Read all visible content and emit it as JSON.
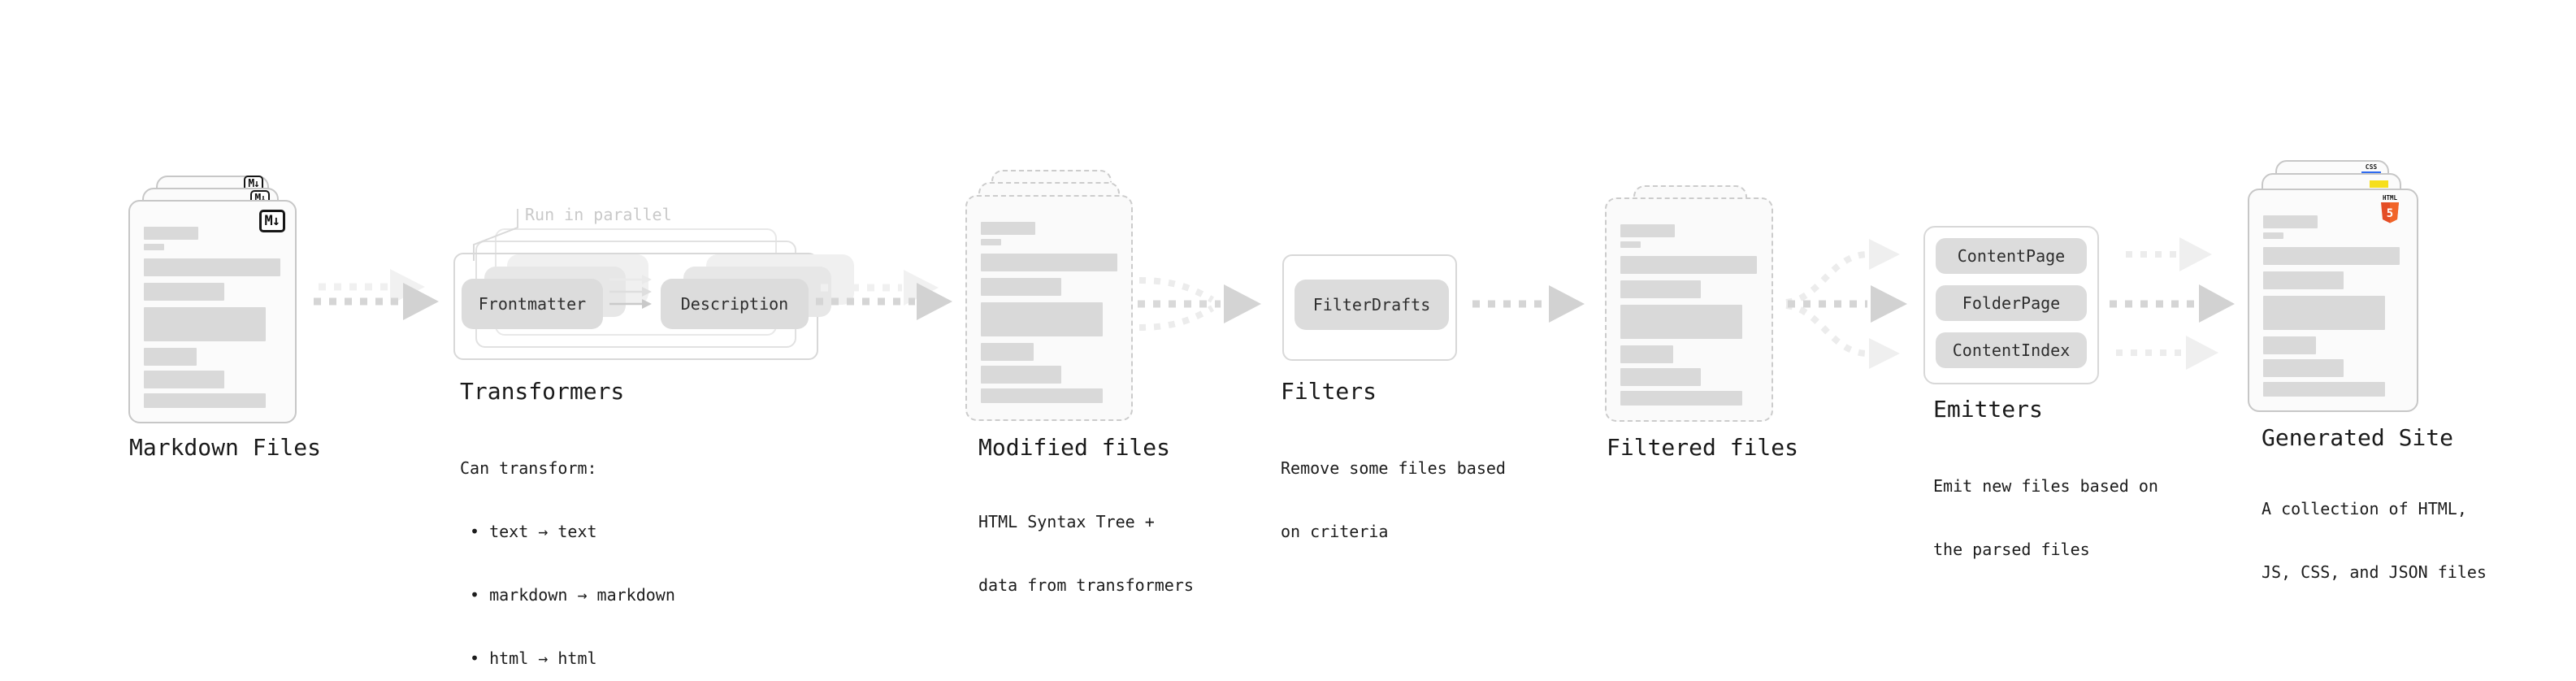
{
  "diagram": {
    "stages": {
      "markdown": {
        "title": "Markdown Files",
        "badge": "M↓"
      },
      "transformers": {
        "title": "Transformers",
        "parallel_note": "Run in parallel",
        "box_frontmatter": "Frontmatter",
        "box_description": "Description",
        "caption_line1": "Can transform:",
        "caption_line2": "• text → text",
        "caption_line3": "• markdown → markdown",
        "caption_line4": "• html → html"
      },
      "modified": {
        "title": "Modified files",
        "caption_line1": "HTML Syntax Tree +",
        "caption_line2": "data from transformers"
      },
      "filters": {
        "title": "Filters",
        "box_filterdrafts": "FilterDrafts",
        "caption_line1": "Remove some files based",
        "caption_line2": "on criteria"
      },
      "filtered": {
        "title": "Filtered files"
      },
      "emitters": {
        "title": "Emitters",
        "box_contentpage": "ContentPage",
        "box_folderpage": "FolderPage",
        "box_contentindex": "ContentIndex",
        "caption_line1": "Emit new files based on",
        "caption_line2": "the parsed files"
      },
      "generated": {
        "title": "Generated Site",
        "caption_line1": "A collection of HTML,",
        "caption_line2": "JS, CSS, and JSON files",
        "html5_label": "HTML",
        "html5_number": "5",
        "css_label": "CSS"
      }
    },
    "colors": {
      "background": "#ffffff",
      "doc_fill": "#fbfbfb",
      "doc_border": "#c7c7c7",
      "placeholder_bar": "#d9d9d9",
      "gray_box": "#dcdcdc",
      "arrow_dark": "#d2d2d2",
      "arrow_light": "#efefef",
      "note_gray": "#c9c9c9",
      "html5_orange": "#e44d26",
      "js_yellow": "#f6df1d",
      "css_blue": "#2f6bef"
    }
  }
}
